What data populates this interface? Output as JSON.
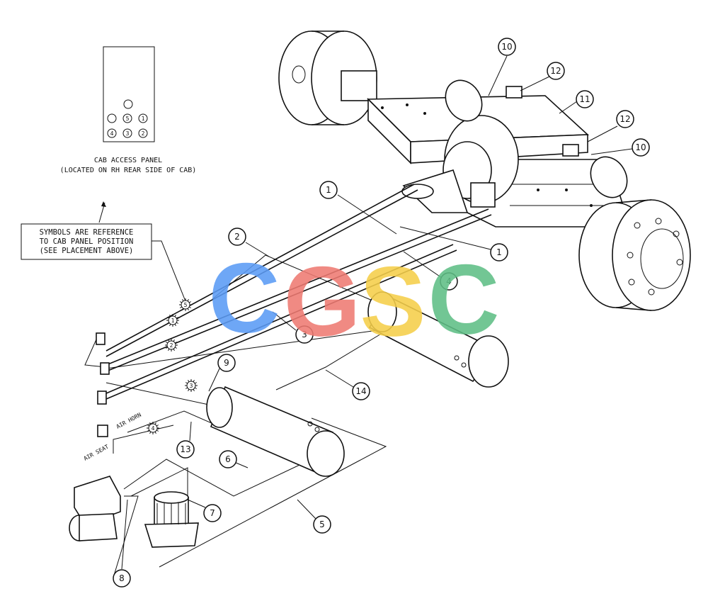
{
  "panel": {
    "title": "CAB ACCESS PANEL",
    "subtitle": "(LOCATED ON RH REAR SIDE OF CAB)",
    "positions": [
      "",
      "",
      "5",
      "1",
      "4",
      "3",
      "2"
    ]
  },
  "note": {
    "line1": "SYMBOLS ARE REFERENCE",
    "line2": "TO CAB PANEL POSITION",
    "line3": "(SEE PLACEMENT ABOVE)"
  },
  "labels": {
    "air_horn": "AIR HORN",
    "air_seat": "AIR SEAT"
  },
  "panel_symbols": [
    "5",
    "1",
    "2",
    "3",
    "4"
  ],
  "callouts": [
    "10",
    "12",
    "11",
    "12",
    "10",
    "1",
    "1",
    "2",
    "4",
    "3",
    "9",
    "14",
    "13",
    "6",
    "7",
    "5",
    "8"
  ],
  "watermark": {
    "letters": [
      "C",
      "G",
      "S",
      "C"
    ],
    "colors": [
      "#5b9bf5",
      "#ef7a72",
      "#f5cf4a",
      "#5fbf86"
    ]
  }
}
